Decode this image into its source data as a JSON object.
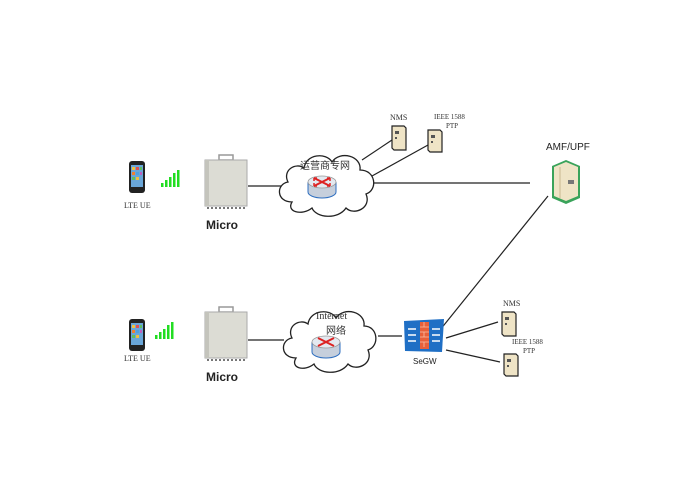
{
  "diagram": {
    "top_row": {
      "ue_label": "LTE UE",
      "micro_label": "Micro",
      "cloud_label": "运营商专网",
      "nms_label": "NMS",
      "ptp_label_line1": "IEEE 1588",
      "ptp_label_line2": "PTP"
    },
    "core": {
      "label": "AMF/UPF"
    },
    "bottom_row": {
      "ue_label": "LTE UE",
      "micro_label": "Micro",
      "cloud_label_line1": "Internet",
      "cloud_label_line2": "网络",
      "segw_label": "SeGW",
      "nms_label": "NMS",
      "ptp_label_line1": "IEEE 1588",
      "ptp_label_line2": "PTP"
    },
    "colors": {
      "signal": "#22dd22",
      "router_arrow": "#dd2222",
      "router_body": "#cfd8e6",
      "segw_blue": "#1f6fc5",
      "firewall": "#e8603a",
      "core_outline": "#3aa35a",
      "server_fill": "#efe4c6",
      "line": "#222222"
    }
  }
}
